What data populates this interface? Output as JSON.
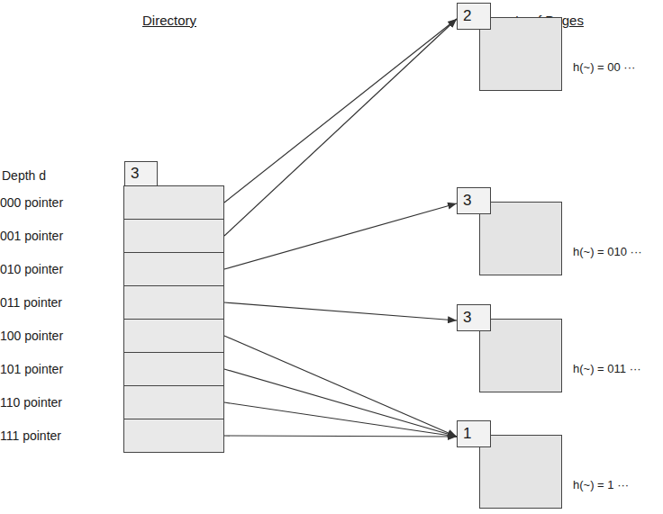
{
  "diagram": {
    "nodes": [
      {
        "text": [
          "Depth d",
          "3"
        ]
      },
      {
        "text": [
          "000 pointer"
        ]
      },
      {
        "text": [
          "001 pointer"
        ]
      },
      {
        "text": [
          "010 pointer"
        ]
      },
      {
        "text": [
          "011 pointer"
        ]
      },
      {
        "text": [
          "100 pointer"
        ]
      },
      {
        "text": [
          "101 pointer"
        ]
      },
      {
        "text": [
          "110 pointer"
        ]
      },
      {
        "text": [
          "111 pointer"
        ]
      },
      {
        "text": [
          "2",
          "h(~) = 00 ···"
        ]
      },
      {
        "text": [
          "3",
          "h(~) = 010 ···"
        ]
      },
      {
        "text": [
          "3",
          "h(~) = 011 ···"
        ]
      },
      {
        "text": [
          "1",
          "h(~) = 1 ···"
        ]
      }
    ],
    "edges": [
      {
        "from": 1,
        "to": 9,
        "arrow": "to"
      },
      {
        "from": 2,
        "to": 9,
        "arrow": "to"
      },
      {
        "from": 3,
        "to": 10,
        "arrow": "to"
      },
      {
        "from": 4,
        "to": 11,
        "arrow": "to"
      },
      {
        "from": 5,
        "to": 12,
        "arrow": "to"
      },
      {
        "from": 6,
        "to": 12,
        "arrow": "to"
      },
      {
        "from": 7,
        "to": 12,
        "arrow": "to"
      },
      {
        "from": 8,
        "to": 12,
        "arrow": "to"
      }
    ],
    "labels": [
      "Directory",
      "Leaf Pages"
    ]
  }
}
